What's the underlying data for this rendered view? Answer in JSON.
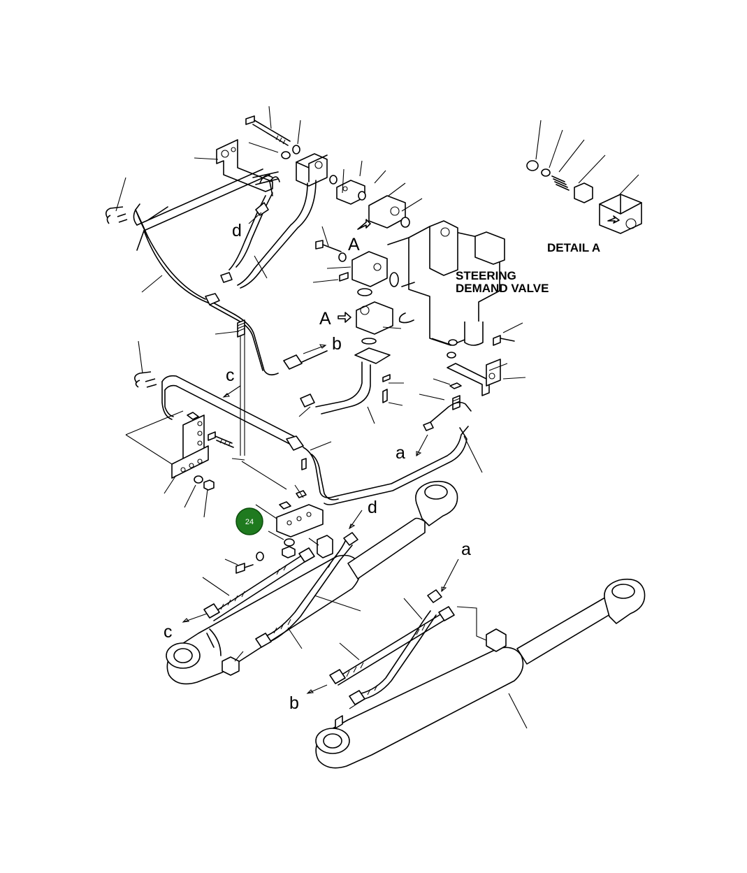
{
  "labels": {
    "detail_caption": "DETAIL  A",
    "valve_line1": "STEERING",
    "valve_line2": "DEMAND  VALVE",
    "A": "A",
    "a": "a",
    "b": "b",
    "c": "c",
    "d": "d"
  },
  "callout": {
    "number": "24",
    "fill": "#1f7a1f",
    "stroke": "#0c4d0c"
  },
  "colors": {
    "line": "#000000",
    "background": "#ffffff"
  }
}
